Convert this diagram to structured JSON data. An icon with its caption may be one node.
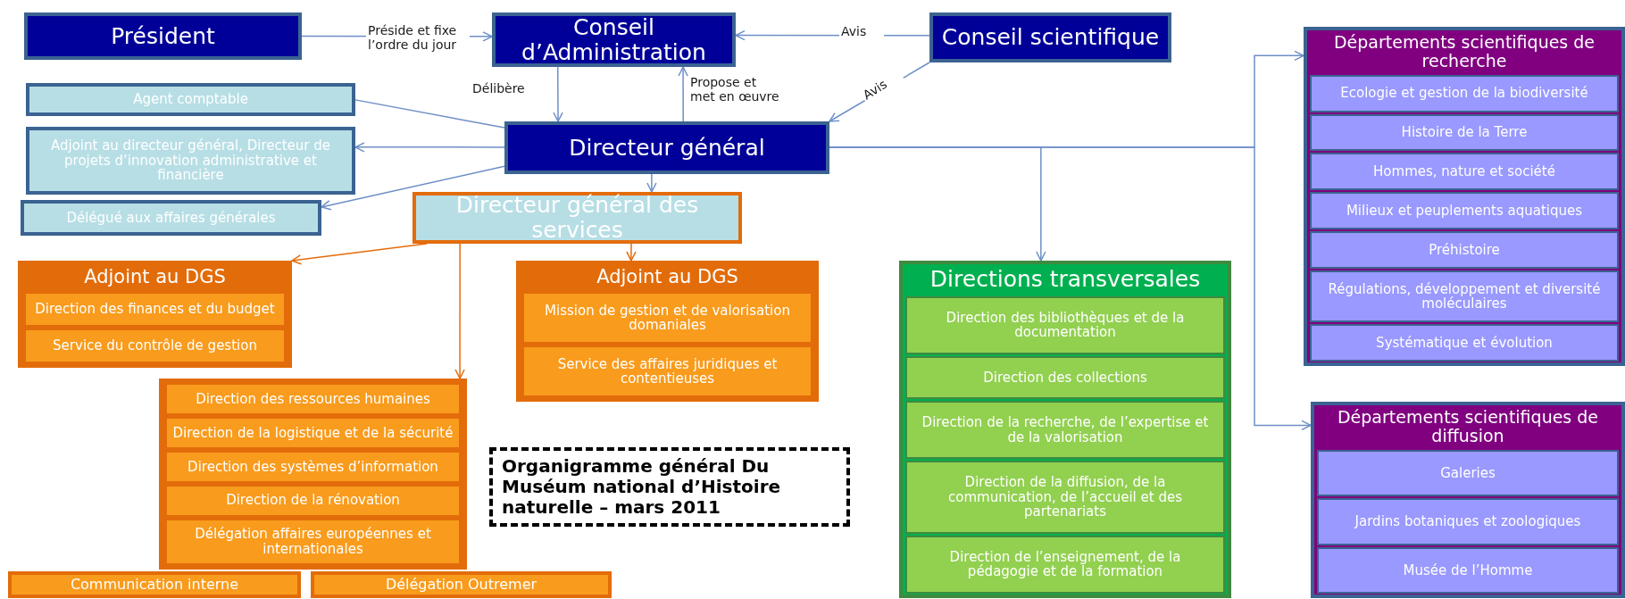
{
  "diagram": {
    "title": "Organigramme général Du Muséum national d’Histoire naturelle – mars 2011",
    "nodes": [
      {
        "text": [
          "Président"
        ]
      },
      {
        "text": [
          "Conseil d’Administration"
        ]
      },
      {
        "text": [
          "Conseil scientifique"
        ]
      },
      {
        "text": [
          "Agent comptable"
        ]
      },
      {
        "text": [
          "Adjoint au directeur général, Directeur de projets d’innovation administrative et financière"
        ]
      },
      {
        "text": [
          "Délégué aux affaires générales"
        ]
      },
      {
        "text": [
          "Directeur général"
        ]
      },
      {
        "text": [
          "Directeur général des services"
        ]
      },
      {
        "text": [
          "Adjoint au DGS"
        ]
      },
      {
        "text": [
          "Direction des finances et du budget"
        ],
        "in": 8
      },
      {
        "text": [
          "Service du contrôle de gestion"
        ],
        "in": 8
      },
      {
        "text": [
          "Adjoint au DGS"
        ]
      },
      {
        "text": [
          "Mission de gestion et de valorisation domaniales"
        ],
        "in": 11
      },
      {
        "text": [
          "Service des affaires juridiques et contentieuses"
        ],
        "in": 11
      },
      {
        "text": [],
        "shape": "box"
      },
      {
        "text": [
          "Direction des ressources humaines"
        ],
        "in": 14
      },
      {
        "text": [
          "Direction de la logistique et de la sécurité"
        ],
        "in": 14
      },
      {
        "text": [
          "Direction des systèmes d’information"
        ],
        "in": 14
      },
      {
        "text": [
          "Direction de la rénovation"
        ],
        "in": 14
      },
      {
        "text": [
          "Délégation affaires européennes et internationales"
        ],
        "in": 14
      },
      {
        "text": [
          "Communication interne"
        ]
      },
      {
        "text": [
          "Délégation Outremer"
        ]
      },
      {
        "text": [
          "Directions transversales"
        ]
      },
      {
        "text": [
          "Direction des bibliothèques et de la documentation"
        ],
        "in": 22
      },
      {
        "text": [
          "Direction des collections"
        ],
        "in": 22
      },
      {
        "text": [
          "Direction de la recherche, de l’expertise et de la valorisation"
        ],
        "in": 22
      },
      {
        "text": [
          "Direction de la diffusion, de la communication, de l’accueil et des partenariats"
        ],
        "in": 22
      },
      {
        "text": [
          "Direction de l’enseignement, de la pédagogie et de la formation"
        ],
        "in": 22
      },
      {
        "text": [
          "Départements scientifiques de recherche"
        ]
      },
      {
        "text": [
          "Ecologie et gestion de la biodiversité"
        ],
        "in": 28
      },
      {
        "text": [
          "Histoire de la Terre"
        ],
        "in": 28
      },
      {
        "text": [
          "Hommes, nature et société"
        ],
        "in": 28
      },
      {
        "text": [
          "Milieux et peuplements aquatiques"
        ],
        "in": 28
      },
      {
        "text": [
          "Préhistoire"
        ],
        "in": 28
      },
      {
        "text": [
          "Régulations, développement et diversité moléculaires"
        ],
        "in": 28
      },
      {
        "text": [
          "Systématique et évolution"
        ],
        "in": 28
      },
      {
        "text": [
          "Départements scientifiques de diffusion"
        ]
      },
      {
        "text": [
          "Galeries"
        ],
        "in": 36
      },
      {
        "text": [
          "Jardins botaniques et zoologiques"
        ],
        "in": 36
      },
      {
        "text": [
          "Musée de l’Homme"
        ],
        "in": 36
      }
    ],
    "edges": [
      {
        "from": 0,
        "to": 1,
        "arrow": "to",
        "label": "Préside et fixe l’ordre du jour"
      },
      {
        "from": 2,
        "to": 1,
        "arrow": "to",
        "label": "Avis"
      },
      {
        "from": 2,
        "to": 6,
        "arrow": "to",
        "label": "Avis"
      },
      {
        "from": 1,
        "to": 6,
        "arrow": "to",
        "label": "Délibère"
      },
      {
        "from": 6,
        "to": 1,
        "arrow": "to",
        "label": "Propose et met en œuvre"
      },
      {
        "from": 6,
        "to": 3,
        "arrow": "none"
      },
      {
        "from": 6,
        "to": 4,
        "arrow": "to"
      },
      {
        "from": 6,
        "to": 5,
        "arrow": "to"
      },
      {
        "from": 6,
        "to": 7,
        "arrow": "to"
      },
      {
        "from": 7,
        "to": 8,
        "arrow": "to",
        "color": "#e46c0a"
      },
      {
        "from": 7,
        "to": 11,
        "arrow": "to",
        "color": "#e46c0a"
      },
      {
        "from": 7,
        "to": 14,
        "arrow": "to",
        "color": "#e46c0a"
      },
      {
        "from": 6,
        "to": 22,
        "arrow": "to"
      },
      {
        "from": 6,
        "to": 28,
        "arrow": "to"
      },
      {
        "from": 6,
        "to": 36,
        "arrow": "to"
      }
    ]
  }
}
